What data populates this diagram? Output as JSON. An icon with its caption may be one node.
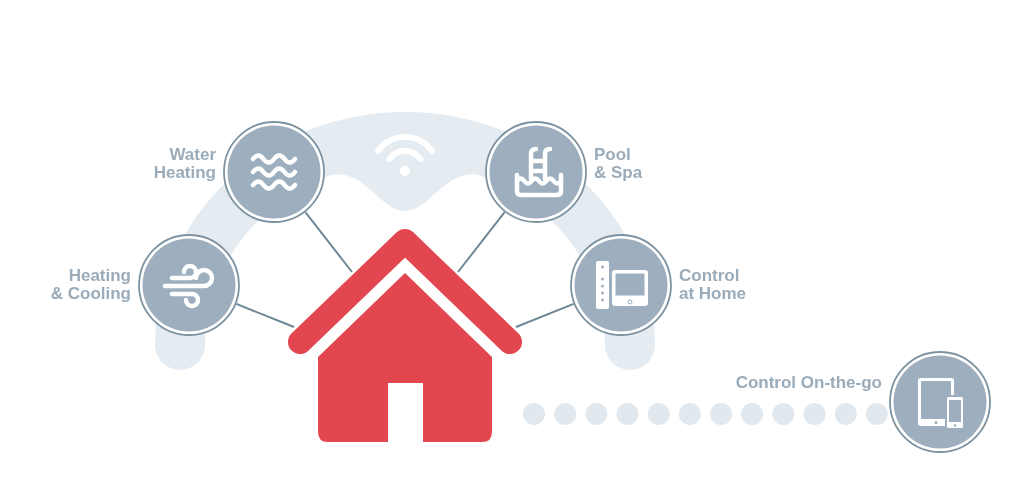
{
  "diagram": {
    "nodes": [
      {
        "text": [
          "Water Heating"
        ]
      },
      {
        "text": [
          "Pool & Spa"
        ]
      },
      {
        "text": [
          "Heating & Cooling"
        ]
      },
      {
        "text": [
          "Control at Home"
        ]
      },
      {
        "text": [],
        "shape": "picture"
      },
      {
        "text": [
          "Control On-the-go"
        ]
      }
    ],
    "edges": [
      {
        "from": 4,
        "to": 0,
        "arrow": "none"
      },
      {
        "from": 4,
        "to": 1,
        "arrow": "none"
      },
      {
        "from": 4,
        "to": 2,
        "arrow": "none"
      },
      {
        "from": 4,
        "to": 3,
        "arrow": "none"
      },
      {
        "from": 4,
        "to": 5,
        "arrow": "none",
        "style": "dashed",
        "color": "#e1e8ee"
      }
    ]
  }
}
